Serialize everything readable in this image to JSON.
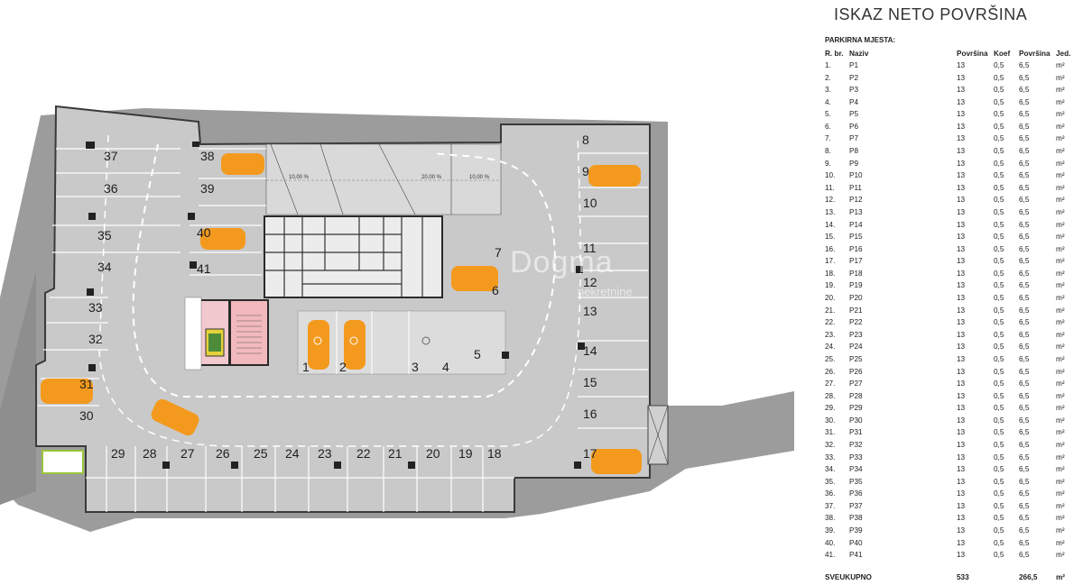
{
  "plan": {
    "spaces": [
      "1",
      "2",
      "3",
      "4",
      "5",
      "6",
      "7",
      "8",
      "9",
      "10",
      "11",
      "12",
      "13",
      "14",
      "15",
      "16",
      "17",
      "18",
      "19",
      "20",
      "21",
      "22",
      "23",
      "24",
      "25",
      "26",
      "27",
      "28",
      "29",
      "30",
      "31",
      "32",
      "33",
      "34",
      "35",
      "36",
      "37",
      "38",
      "39",
      "40",
      "41"
    ],
    "ramp_labels": [
      "10,00 %",
      "20,00 %",
      "10,00 %"
    ],
    "watermark": {
      "brand": "Dogma",
      "sub": "nekretnine"
    }
  },
  "table": {
    "title": "ISKAZ NETO POVRŠINA",
    "section": "PARKIRNA MJESTA:",
    "headers": [
      "R. br.",
      "Naziv",
      "Površina",
      "Koef",
      "Površina",
      "Jed."
    ],
    "rows": [
      [
        "1.",
        "P1",
        "13",
        "0,5",
        "6,5",
        "m²"
      ],
      [
        "2.",
        "P2",
        "13",
        "0,5",
        "6,5",
        "m²"
      ],
      [
        "3.",
        "P3",
        "13",
        "0,5",
        "6,5",
        "m²"
      ],
      [
        "4.",
        "P4",
        "13",
        "0,5",
        "6,5",
        "m²"
      ],
      [
        "5.",
        "P5",
        "13",
        "0,5",
        "6,5",
        "m²"
      ],
      [
        "6.",
        "P6",
        "13",
        "0,5",
        "6,5",
        "m²"
      ],
      [
        "7.",
        "P7",
        "13",
        "0,5",
        "6,5",
        "m²"
      ],
      [
        "8.",
        "P8",
        "13",
        "0,5",
        "6,5",
        "m²"
      ],
      [
        "9.",
        "P9",
        "13",
        "0,5",
        "6,5",
        "m²"
      ],
      [
        "10.",
        "P10",
        "13",
        "0,5",
        "6,5",
        "m²"
      ],
      [
        "11.",
        "P11",
        "13",
        "0,5",
        "6,5",
        "m²"
      ],
      [
        "12.",
        "P12",
        "13",
        "0,5",
        "6,5",
        "m²"
      ],
      [
        "13.",
        "P13",
        "13",
        "0,5",
        "6,5",
        "m²"
      ],
      [
        "14.",
        "P14",
        "13",
        "0,5",
        "6,5",
        "m²"
      ],
      [
        "15.",
        "P15",
        "13",
        "0,5",
        "6,5",
        "m²"
      ],
      [
        "16.",
        "P16",
        "13",
        "0,5",
        "6,5",
        "m²"
      ],
      [
        "17.",
        "P17",
        "13",
        "0,5",
        "6,5",
        "m²"
      ],
      [
        "18.",
        "P18",
        "13",
        "0,5",
        "6,5",
        "m²"
      ],
      [
        "19.",
        "P19",
        "13",
        "0,5",
        "6,5",
        "m²"
      ],
      [
        "20.",
        "P20",
        "13",
        "0,5",
        "6,5",
        "m²"
      ],
      [
        "21.",
        "P21",
        "13",
        "0,5",
        "6,5",
        "m²"
      ],
      [
        "22.",
        "P22",
        "13",
        "0,5",
        "6,5",
        "m²"
      ],
      [
        "23.",
        "P23",
        "13",
        "0,5",
        "6,5",
        "m²"
      ],
      [
        "24.",
        "P24",
        "13",
        "0,5",
        "6,5",
        "m²"
      ],
      [
        "25.",
        "P25",
        "13",
        "0,5",
        "6,5",
        "m²"
      ],
      [
        "26.",
        "P26",
        "13",
        "0,5",
        "6,5",
        "m²"
      ],
      [
        "27.",
        "P27",
        "13",
        "0,5",
        "6,5",
        "m²"
      ],
      [
        "28.",
        "P28",
        "13",
        "0,5",
        "6,5",
        "m²"
      ],
      [
        "29.",
        "P29",
        "13",
        "0,5",
        "6,5",
        "m²"
      ],
      [
        "30.",
        "P30",
        "13",
        "0,5",
        "6,5",
        "m²"
      ],
      [
        "31.",
        "P31",
        "13",
        "0,5",
        "6,5",
        "m²"
      ],
      [
        "32.",
        "P32",
        "13",
        "0,5",
        "6,5",
        "m²"
      ],
      [
        "33.",
        "P33",
        "13",
        "0,5",
        "6,5",
        "m²"
      ],
      [
        "34.",
        "P34",
        "13",
        "0,5",
        "6,5",
        "m²"
      ],
      [
        "35.",
        "P35",
        "13",
        "0,5",
        "6,5",
        "m²"
      ],
      [
        "36.",
        "P36",
        "13",
        "0,5",
        "6,5",
        "m²"
      ],
      [
        "37.",
        "P37",
        "13",
        "0,5",
        "6,5",
        "m²"
      ],
      [
        "38.",
        "P38",
        "13",
        "0,5",
        "6,5",
        "m²"
      ],
      [
        "39.",
        "P39",
        "13",
        "0,5",
        "6,5",
        "m²"
      ],
      [
        "40.",
        "P40",
        "13",
        "0,5",
        "6,5",
        "m²"
      ],
      [
        "41.",
        "P41",
        "13",
        "0,5",
        "6,5",
        "m²"
      ]
    ],
    "total": {
      "label": "SVEUKUPNO",
      "area": "533",
      "net": "266,5",
      "unit": "m²"
    }
  },
  "colors": {
    "ground": "#9a9a9a",
    "floor": "#c8c8c8",
    "car": "#f39a1e",
    "stair": "#f2b9bd",
    "lift": "#f1c9ce"
  }
}
